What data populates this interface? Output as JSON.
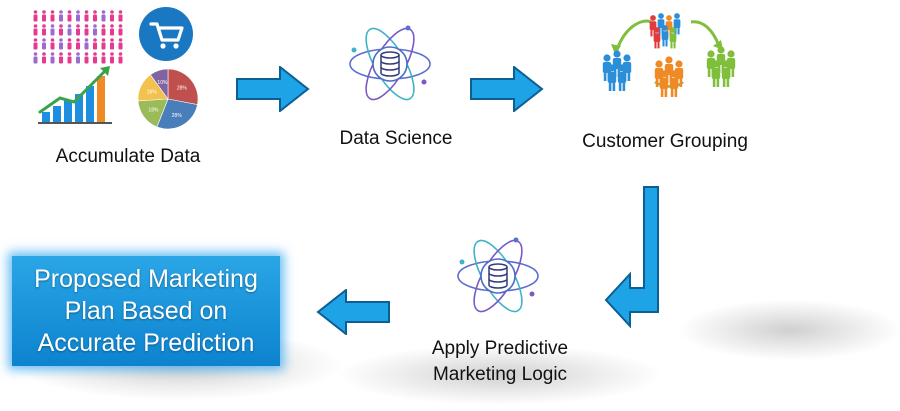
{
  "steps": {
    "accumulate": {
      "label": "Accumulate Data"
    },
    "science": {
      "label": "Data Science"
    },
    "grouping": {
      "label": "Customer Grouping"
    },
    "predictive": {
      "label_line1": "Apply Predictive",
      "label_line2": "Marketing Logic"
    }
  },
  "result": {
    "line1": "Proposed Marketing",
    "line2": "Plan Based on",
    "line3": "Accurate Prediction"
  },
  "pie_labels": [
    "28%",
    "28%",
    "18%",
    "16%",
    "10%"
  ],
  "colors": {
    "arrow_blue": "#1ea3e6",
    "accent_blue": "#0d83cf",
    "pie": [
      "#c0504d",
      "#4a7ebb",
      "#9bbb59",
      "#f2c14e",
      "#8064a2"
    ]
  }
}
